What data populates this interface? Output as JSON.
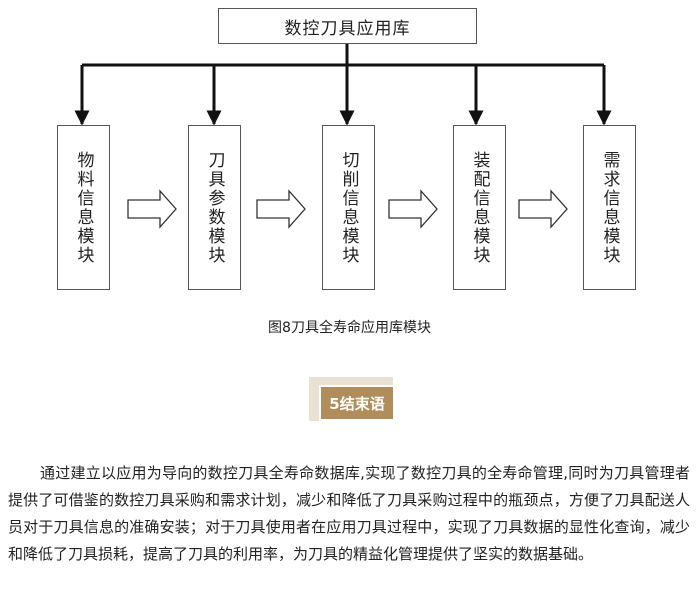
{
  "diagram": {
    "root": "数控刀具应用库",
    "modules": [
      "物料信息模块",
      "刀具参数模块",
      "切削信息模块",
      "装配信息模块",
      "需求信息模块"
    ]
  },
  "caption": "图8刀具全寿命应用库模块",
  "section": {
    "title": "5结束语"
  },
  "paragraph": "通过建立以应用为导向的数控刀具全寿命数据库,实现了数控刀具的全寿命管理,同时为刀具管理者提供了可借鉴的数控刀具采购和需求计划，减少和降低了刀具采购过程中的瓶颈点，方便了刀具配送人员对于刀具信息的准确安装；对于刀具使用者在应用刀具过程中，实现了刀具数据的显性化查询，减少和降低了刀具损耗，提高了刀具的利用率，为刀具的精益化管理提供了坚实的数据基础。",
  "colors": {
    "accent": "#b08d5a",
    "accent_light": "#e9e2d3"
  }
}
